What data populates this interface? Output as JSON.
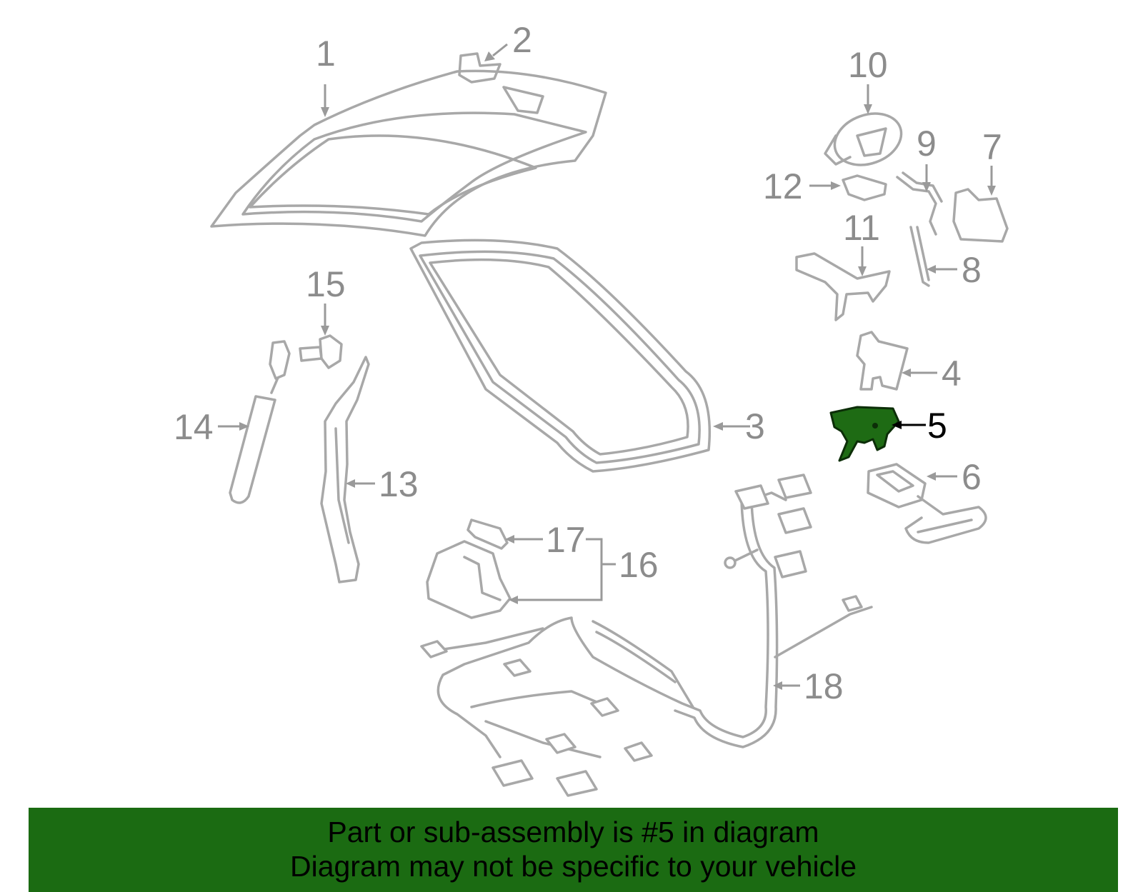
{
  "diagram": {
    "highlight_color": "#1e6b14",
    "banner_color": "#1b6b12",
    "highlighted_part": "5",
    "callouts": [
      "1",
      "2",
      "3",
      "4",
      "5",
      "6",
      "7",
      "8",
      "9",
      "10",
      "11",
      "12",
      "13",
      "14",
      "15",
      "16",
      "17",
      "18"
    ]
  },
  "banner": {
    "line1": "Part or sub-assembly is #5 in diagram",
    "line2": "Diagram may not be specific to your vehicle"
  }
}
